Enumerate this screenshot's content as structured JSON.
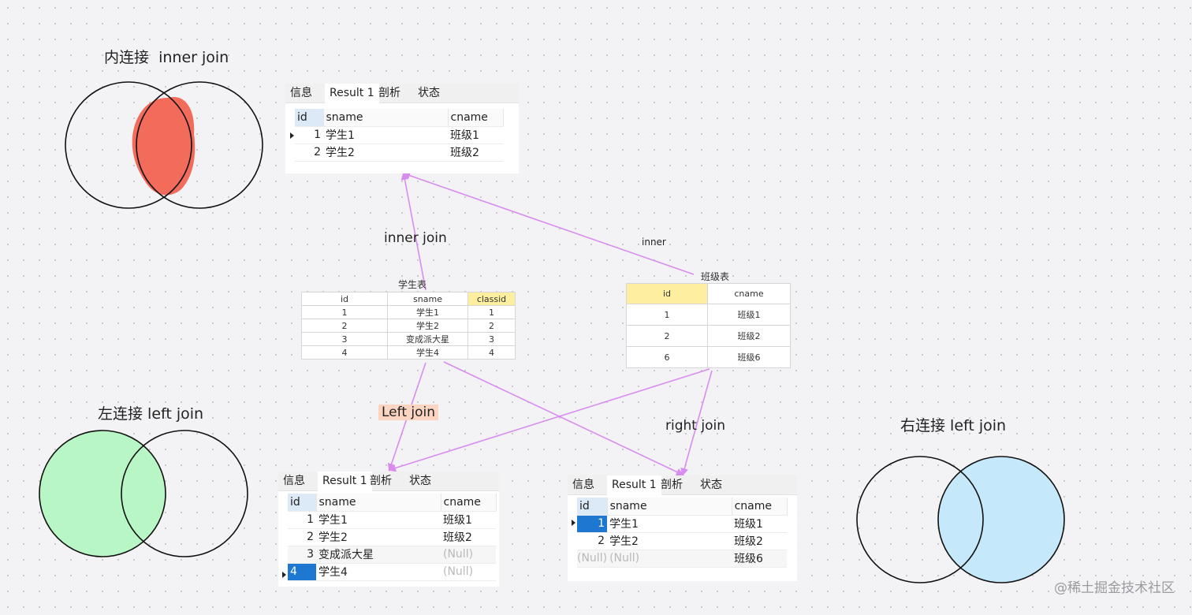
{
  "venn": {
    "inner_title": "内连接  inner join",
    "left_title": "左连接 left join",
    "right_title": "右连接 left join",
    "colors": {
      "inner": "#f26b5b",
      "left": "#b9f6c6",
      "right": "#c5e8fb",
      "stroke": "#111111"
    }
  },
  "tabs": {
    "info": "信息",
    "result": "Result 1",
    "profile": "剖析",
    "status": "状态"
  },
  "results": {
    "inner": {
      "headers": [
        "id",
        "sname",
        "cname"
      ],
      "rows": [
        [
          "1",
          "学生1",
          "班级1"
        ],
        [
          "2",
          "学生2",
          "班级2"
        ]
      ]
    },
    "left": {
      "headers": [
        "id",
        "sname",
        "cname"
      ],
      "rows": [
        [
          "1",
          "学生1",
          "班级1"
        ],
        [
          "2",
          "学生2",
          "班级2"
        ],
        [
          "3",
          "变成派大星",
          "(Null)"
        ],
        [
          "4",
          "学生4",
          "(Null)"
        ]
      ]
    },
    "right": {
      "headers": [
        "id",
        "sname",
        "cname"
      ],
      "rows": [
        [
          "1",
          "学生1",
          "班级1"
        ],
        [
          "2",
          "学生2",
          "班级2"
        ],
        [
          "(Null)",
          "(Null)",
          "班级6"
        ]
      ]
    }
  },
  "student_table": {
    "caption": "学生表",
    "headers": [
      "id",
      "sname",
      "classid"
    ],
    "rows": [
      [
        "1",
        "学生1",
        "1"
      ],
      [
        "2",
        "学生2",
        "2"
      ],
      [
        "3",
        "变成派大星",
        "3"
      ],
      [
        "4",
        "学生4",
        "4"
      ]
    ]
  },
  "class_table": {
    "caption": "班级表",
    "headers": [
      "id",
      "cname"
    ],
    "rows": [
      [
        "1",
        "班级1"
      ],
      [
        "2",
        "班级2"
      ],
      [
        "6",
        "班级6"
      ]
    ]
  },
  "labels": {
    "inner_join": "inner join",
    "inner_small": "inner",
    "left_join": "Left   join",
    "right_join": "right join"
  },
  "arrow_color": "#d98cf0",
  "highlight_color": "#fdeea0",
  "watermark": "@稀土掘金技术社区"
}
